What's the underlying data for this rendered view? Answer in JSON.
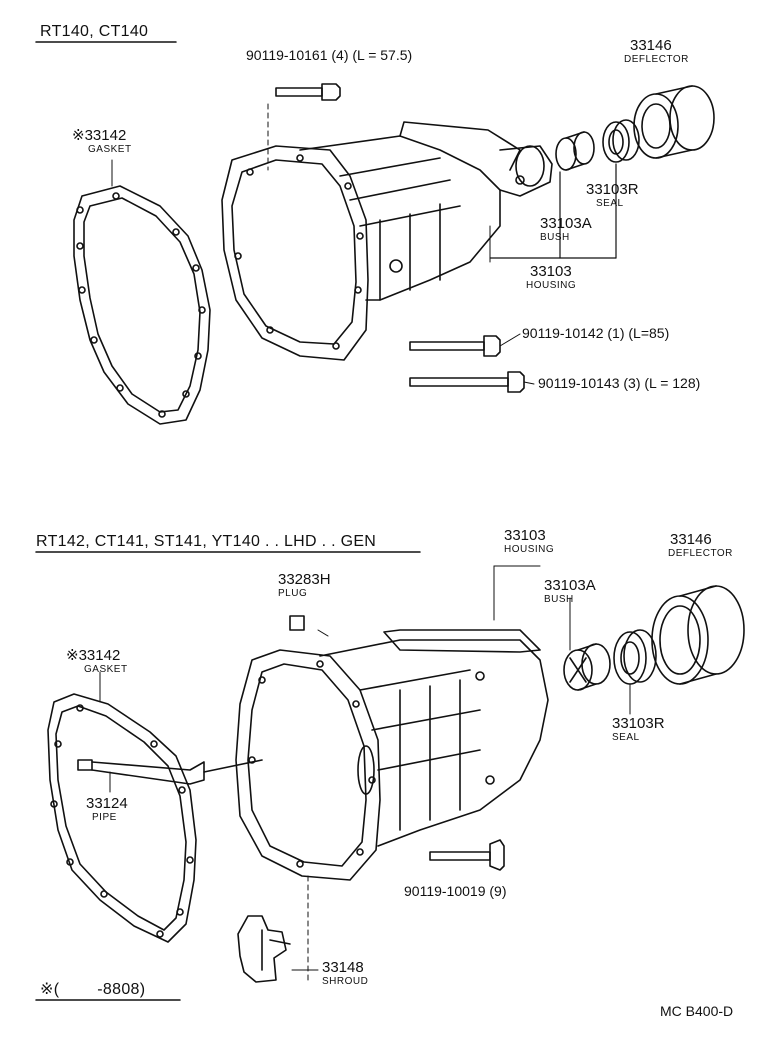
{
  "sections": [
    {
      "title": "RT140, CT140"
    },
    {
      "title": "RT142, CT141, ST141, YT140 . . LHD . . GEN"
    }
  ],
  "top": {
    "bolt_a": "90119-10161 (4) (L = 57.5)",
    "gasket_num": "※33142",
    "gasket_name": "GASKET",
    "deflector_num": "33146",
    "deflector_name": "DEFLECTOR",
    "seal_num": "33103R",
    "seal_name": "SEAL",
    "bush_num": "33103A",
    "bush_name": "BUSH",
    "housing_num": "33103",
    "housing_name": "HOUSING",
    "bolt_b": "90119-10142 (1) (L=85)",
    "bolt_c": "90119-10143 (3) (L = 128)"
  },
  "bottom": {
    "housing_num": "33103",
    "housing_name": "HOUSING",
    "deflector_num": "33146",
    "deflector_name": "DEFLECTOR",
    "plug_num": "33283H",
    "plug_name": "PLUG",
    "bush_num": "33103A",
    "bush_name": "BUSH",
    "gasket_num": "※33142",
    "gasket_name": "GASKET",
    "seal_num": "33103R",
    "seal_name": "SEAL",
    "pipe_num": "33124",
    "pipe_name": "PIPE",
    "bolt": "90119-10019 (9)",
    "shroud_num": "33148",
    "shroud_name": "SHROUD"
  },
  "footnote": "※(        -8808)",
  "figure_code": "MC B400-D"
}
